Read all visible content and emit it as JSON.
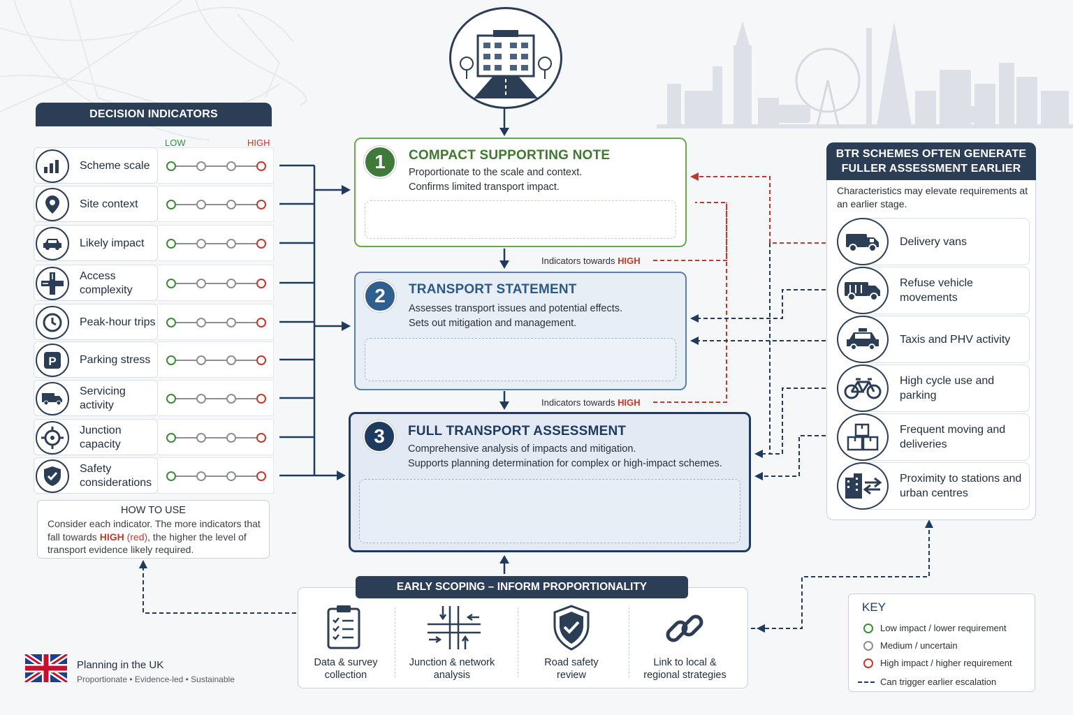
{
  "indicators": {
    "header": "DECISION INDICATORS",
    "low_label": "LOW",
    "high_label": "HIGH",
    "items": [
      {
        "label": "Scheme scale",
        "icon": "bar-chart-icon"
      },
      {
        "label": "Site context",
        "icon": "location-pin-icon"
      },
      {
        "label": "Likely impact",
        "icon": "car-icon"
      },
      {
        "label": "Access complexity",
        "icon": "junction-icon"
      },
      {
        "label": "Peak-hour trips",
        "icon": "clock-icon"
      },
      {
        "label": "Parking stress",
        "icon": "parking-icon"
      },
      {
        "label": "Servicing activity",
        "icon": "truck-icon"
      },
      {
        "label": "Junction capacity",
        "icon": "roundabout-icon"
      },
      {
        "label": "Safety considerations",
        "icon": "shield-icon"
      }
    ]
  },
  "how_to_use": {
    "title": "HOW TO USE",
    "text_a": "Consider each indicator. The more indicators that fall towards ",
    "text_high": "HIGH",
    "text_red": " (red)",
    "text_b": ", the higher the level of transport evidence likely required."
  },
  "stages": [
    {
      "number": "1",
      "title": "COMPACT SUPPORTING NOTE",
      "line1": "Proportionate to the scale and context.",
      "line2": "Confirms limited transport impact."
    },
    {
      "number": "2",
      "title": "TRANSPORT STATEMENT",
      "line1": "Assesses transport issues and potential effects.",
      "line2": "Sets out mitigation and management."
    },
    {
      "number": "3",
      "title": "FULL TRANSPORT ASSESSMENT",
      "line1": "Comprehensive analysis of impacts and mitigation.",
      "line2": "Supports planning determination for complex or high-impact schemes."
    }
  ],
  "escalation": {
    "prefix": "Indicators towards ",
    "high": "HIGH"
  },
  "btr": {
    "title_line1": "BTR SCHEMES OFTEN GENERATE",
    "title_line2": "FULLER ASSESSMENT EARLIER",
    "subtitle": "Characteristics may elevate requirements at an earlier stage.",
    "items": [
      {
        "label": "Delivery vans",
        "icon": "van-icon"
      },
      {
        "label": "Refuse vehicle movements",
        "icon": "refuse-truck-icon"
      },
      {
        "label": "Taxis and PHV activity",
        "icon": "taxi-icon"
      },
      {
        "label": "High cycle use and parking",
        "icon": "bicycle-icon"
      },
      {
        "label": "Frequent moving and deliveries",
        "icon": "boxes-icon"
      },
      {
        "label": "Proximity to stations and urban centres",
        "icon": "station-icon"
      }
    ]
  },
  "scoping": {
    "header": "EARLY SCOPING – INFORM PROPORTIONALITY",
    "items": [
      {
        "label_line1": "Data & survey",
        "label_line2": "collection",
        "icon": "clipboard-icon"
      },
      {
        "label_line1": "Junction & network",
        "label_line2": "analysis",
        "icon": "network-icon"
      },
      {
        "label_line1": "Road safety",
        "label_line2": "review",
        "icon": "shield-check-icon"
      },
      {
        "label_line1": "Link to local &",
        "label_line2": "regional strategies",
        "icon": "chain-link-icon"
      }
    ]
  },
  "key": {
    "title": "KEY",
    "low": "Low impact / lower requirement",
    "medium": "Medium / uncertain",
    "high": "High impact / higher requirement",
    "dashed": "Can trigger earlier escalation"
  },
  "footer": {
    "title": "Planning in the UK",
    "tagline": "Proportionate • Evidence-led • Sustainable"
  },
  "colors": {
    "navy": "#1e3a5f",
    "green": "#3a8a3a",
    "red": "#c0392b",
    "grey": "#8a8f96"
  }
}
